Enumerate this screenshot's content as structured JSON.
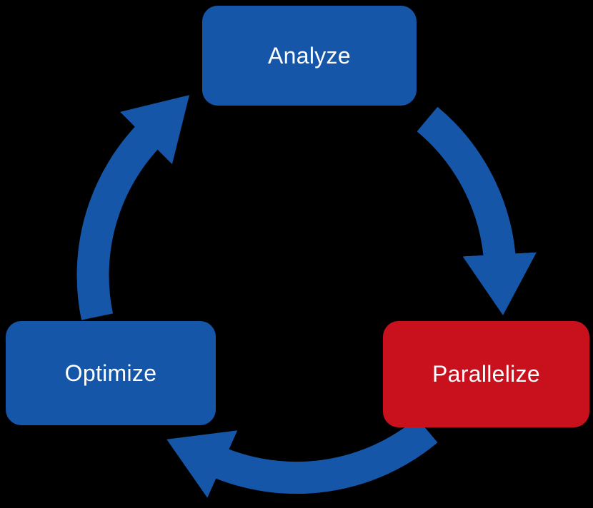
{
  "colors": {
    "background": "#000000",
    "arrow": "#1656a8",
    "node_blue": "#1656a8",
    "node_red": "#c9111e",
    "label_text": "#ffffff"
  },
  "diagram": {
    "type": "cycle",
    "flow": [
      "Analyze",
      "Parallelize",
      "Optimize"
    ],
    "nodes": [
      {
        "id": "analyze",
        "label": "Analyze",
        "color": "#1656a8"
      },
      {
        "id": "parallelize",
        "label": "Parallelize",
        "color": "#c9111e"
      },
      {
        "id": "optimize",
        "label": "Optimize",
        "color": "#1656a8"
      }
    ],
    "arrows": [
      {
        "from": "Analyze",
        "to": "Parallelize",
        "direction": "clockwise"
      },
      {
        "from": "Parallelize",
        "to": "Optimize",
        "direction": "clockwise"
      },
      {
        "from": "Optimize",
        "to": "Analyze",
        "direction": "clockwise"
      }
    ]
  }
}
